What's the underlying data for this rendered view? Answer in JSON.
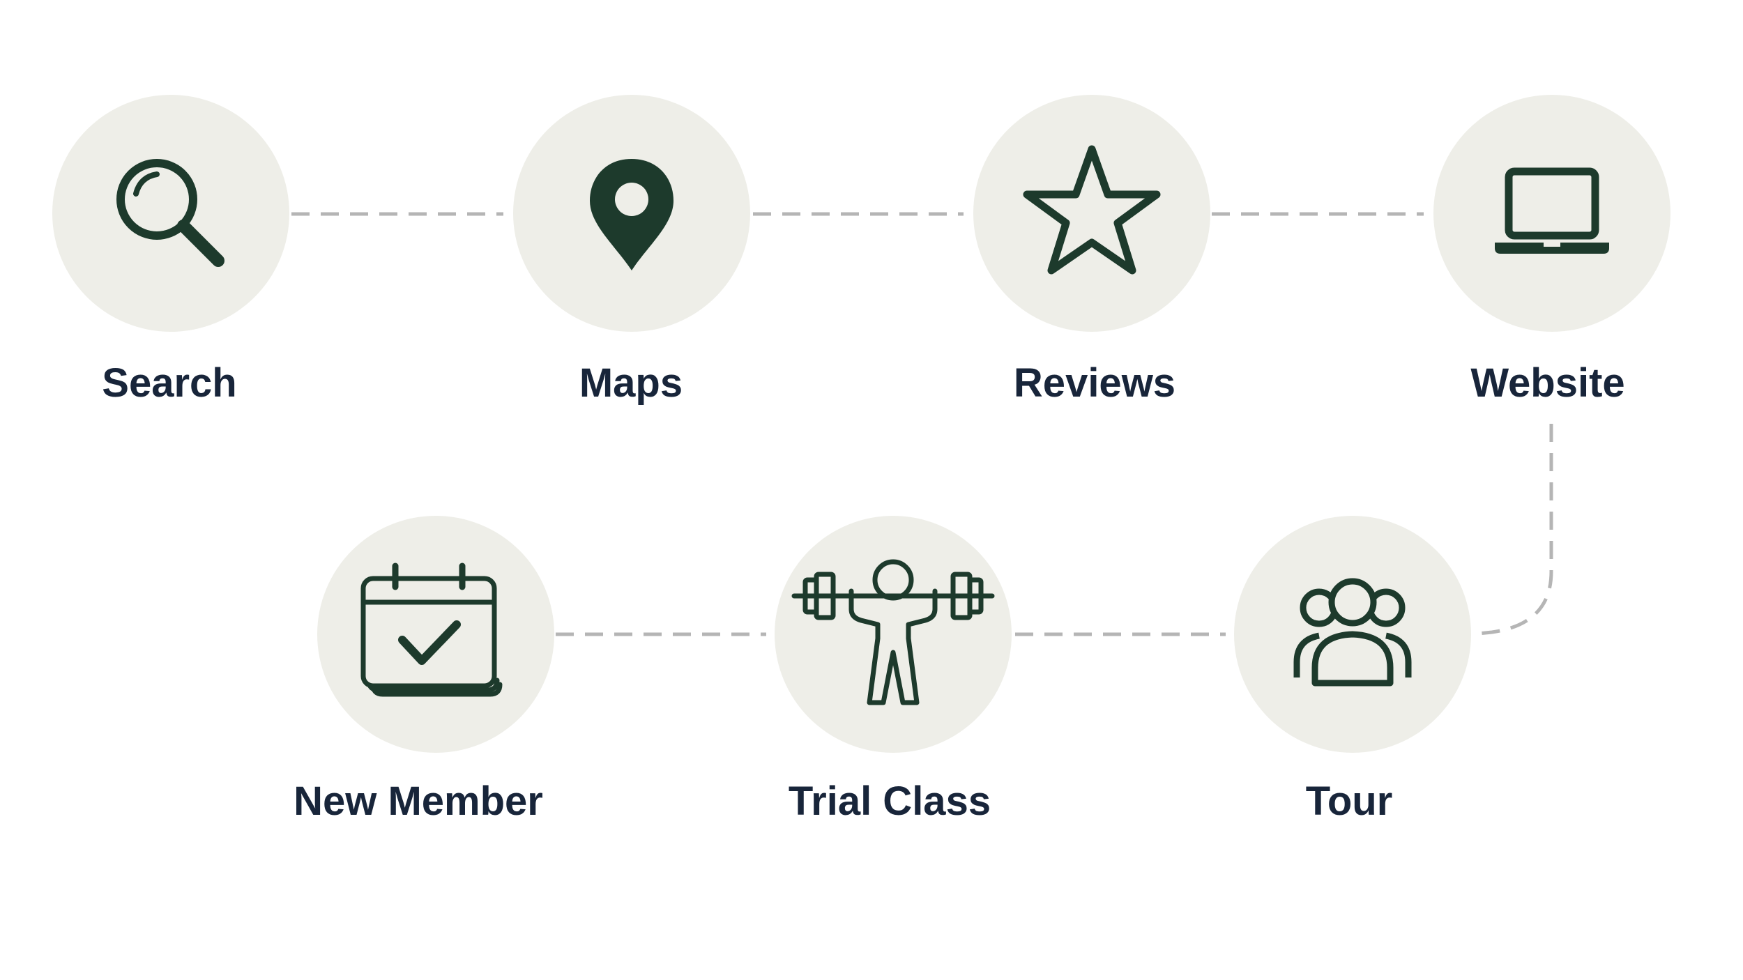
{
  "steps": [
    {
      "id": "search",
      "label": "Search",
      "icon": "magnifying-glass-icon"
    },
    {
      "id": "maps",
      "label": "Maps",
      "icon": "map-pin-icon"
    },
    {
      "id": "reviews",
      "label": "Reviews",
      "icon": "star-icon"
    },
    {
      "id": "website",
      "label": "Website",
      "icon": "laptop-icon"
    },
    {
      "id": "tour",
      "label": "Tour",
      "icon": "group-icon"
    },
    {
      "id": "trial",
      "label": "Trial Class",
      "icon": "weightlifter-icon"
    },
    {
      "id": "member",
      "label": "New Member",
      "icon": "calendar-check-icon"
    }
  ],
  "colors": {
    "icon": "#1d3a2c",
    "circle": "#eeeee8",
    "label": "#18253a",
    "connector": "#b5b5b5"
  }
}
